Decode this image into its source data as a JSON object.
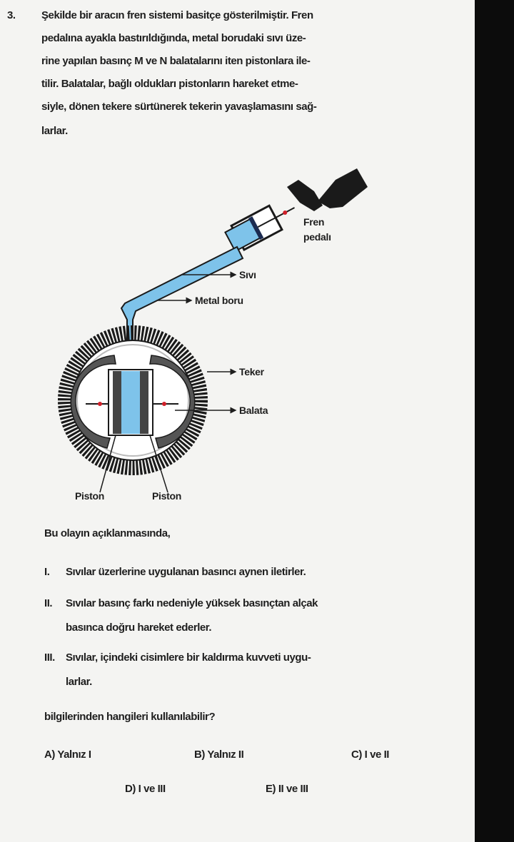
{
  "question": {
    "number": "3.",
    "lines": [
      "Şekilde bir aracın fren sistemi basitçe gösterilmiştir. Fren",
      "pedalına ayakla bastırıldığında, metal borudaki sıvı üze-",
      "rine yapılan basınç M ve N balatalarını iten pistonlara ile-",
      "tilir. Balatalar, bağlı oldukları pistonların hareket etme-",
      "siyle, dönen tekere sürtünerek tekerin yavaşlamasını sağ-",
      "larlar."
    ]
  },
  "diagram": {
    "labels": {
      "pedal_line1": "Fren",
      "pedal_line2": "pedalı",
      "fluid": "Sıvı",
      "pipe": "Metal boru",
      "wheel": "Teker",
      "pad": "Balata",
      "piston_left": "Piston",
      "piston_right": "Piston"
    },
    "colors": {
      "fluid": "#7ec3ea",
      "tire": "#1a1a1a",
      "shoe": "#555555",
      "arrow": "#d0202a"
    }
  },
  "prompt": "Bu olayın açıklanmasında,",
  "statements": [
    {
      "num": "I.",
      "lines": [
        "Sıvılar üzerlerine uygulanan basıncı aynen iletirler."
      ]
    },
    {
      "num": "II.",
      "lines": [
        "Sıvılar basınç farkı nedeniyle yüksek basınçtan alçak",
        "basınca doğru hareket ederler."
      ]
    },
    {
      "num": "III.",
      "lines": [
        "Sıvılar, içindeki cisimlere bir kaldırma kuvveti uygu-",
        "larlar."
      ]
    }
  ],
  "ask": "bilgilerinden hangileri kullanılabilir?",
  "options": [
    {
      "key": "A)",
      "text": "Yalnız I"
    },
    {
      "key": "B)",
      "text": "Yalnız II"
    },
    {
      "key": "C)",
      "text": "I ve II"
    },
    {
      "key": "D)",
      "text": "I ve III"
    },
    {
      "key": "E)",
      "text": "II ve III"
    }
  ]
}
